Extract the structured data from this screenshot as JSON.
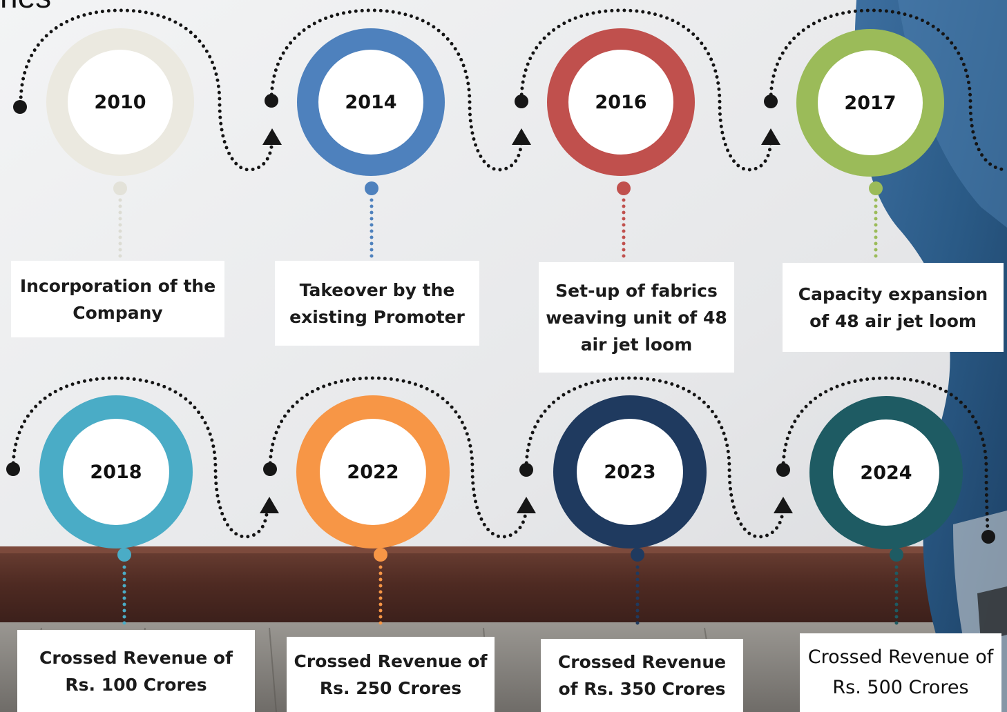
{
  "heading": "nes",
  "colors": {
    "c2010": "#ebe9e0",
    "c2014": "#4e81bd",
    "c2016": "#c0504d",
    "c2017": "#9bbb59",
    "c2018": "#4aacc6",
    "c2022": "#f79646",
    "c2023": "#1f3a5f",
    "c2024": "#1e5b63"
  },
  "milestones": [
    {
      "year": "2010",
      "text": "Incorporation of the Company"
    },
    {
      "year": "2014",
      "text": "Takeover by the existing Promoter"
    },
    {
      "year": "2016",
      "text": "Set-up of fabrics weaving unit of 48 air jet loom"
    },
    {
      "year": "2017",
      "text": "Capacity expansion of 48 air jet loom"
    },
    {
      "year": "2018",
      "text": "Crossed Revenue of Rs. 100 Crores"
    },
    {
      "year": "2022",
      "text": "Crossed Revenue of Rs. 250 Crores"
    },
    {
      "year": "2023",
      "text": "Crossed Revenue of Rs. 350 Crores"
    },
    {
      "year": "2024",
      "text": "Crossed Revenue of Rs. 500 Crores"
    }
  ]
}
